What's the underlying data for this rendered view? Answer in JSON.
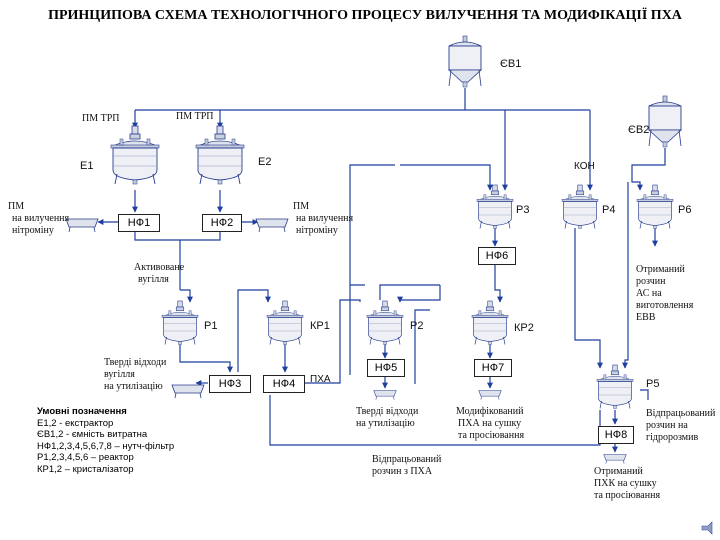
{
  "title": "ПРИНЦИПОВА СХЕМА ТЕХНОЛОГІЧНОГО ПРОЦЕСУ ВИЛУЧЕННЯ ТА МОДИФІКАЦІЇ ПХА",
  "equipment": {
    "ev1": "ЄВ1",
    "ev2": "ЄВ2",
    "e1": "Е1",
    "e2": "Е2",
    "p1": "Р1",
    "p2": "Р2",
    "p3": "Р3",
    "p4": "Р4",
    "p5": "Р5",
    "p6": "Р6",
    "kr1": "КР1",
    "kr2": "КР2"
  },
  "filters": {
    "nf1": "НФ1",
    "nf2": "НФ2",
    "nf3": "НФ3",
    "nf4": "НФ4",
    "nf5": "НФ5",
    "nf6": "НФ6",
    "nf7": "НФ7",
    "nf8": "НФ8"
  },
  "labels": {
    "pm_trp_1": "ПМ ТРП",
    "pm_trp_2": "ПМ ТРП",
    "kon": "КОН",
    "pha": "ПХА",
    "pm_left_1": "ПМ",
    "pm_left_2": "на вилучення",
    "pm_left_3": "нітроміну",
    "pm_mid_1": "ПМ",
    "pm_mid_2": "на вилучення",
    "pm_mid_3": "нітроміну",
    "activated_1": "Активоване",
    "activated_2": "вугілля",
    "solid_coal_1": "Тверді відходи",
    "solid_coal_2": "вугілля",
    "solid_coal_3": "на утилізацію",
    "solid_waste_1": "Тверді відходи",
    "solid_waste_2": "на утилізацію",
    "modified_1": "Модифікований",
    "modified_2": "ПХА на сушку",
    "modified_3": "та просіювання",
    "spent_pha_1": "Відпрацьований",
    "spent_pha_2": "розчин з ПХА",
    "obtained_ac_1": "Отриманий",
    "obtained_ac_2": "розчин",
    "obtained_ac_3": "АС на",
    "obtained_ac_4": "виготовлення",
    "obtained_ac_5": "ЕВВ",
    "spent_hydro_1": "Відпрацьований",
    "spent_hydro_2": "розчин на",
    "spent_hydro_3": "гідророзмив",
    "obtained_phk_1": "Отриманий",
    "obtained_phk_2": "ПХК на сушку",
    "obtained_phk_3": "та просіювання"
  },
  "legend": {
    "heading": "Умовні позначення",
    "items": [
      "Е1,2 - екстрактор",
      "ЄВ1,2 - ємність витратна",
      "НФ1,2,3,4,5,6,7,8 – нутч-фільтр",
      "Р1,2,3,4,5,6 – реактор",
      "КР1,2 – кристалізатор"
    ]
  }
}
